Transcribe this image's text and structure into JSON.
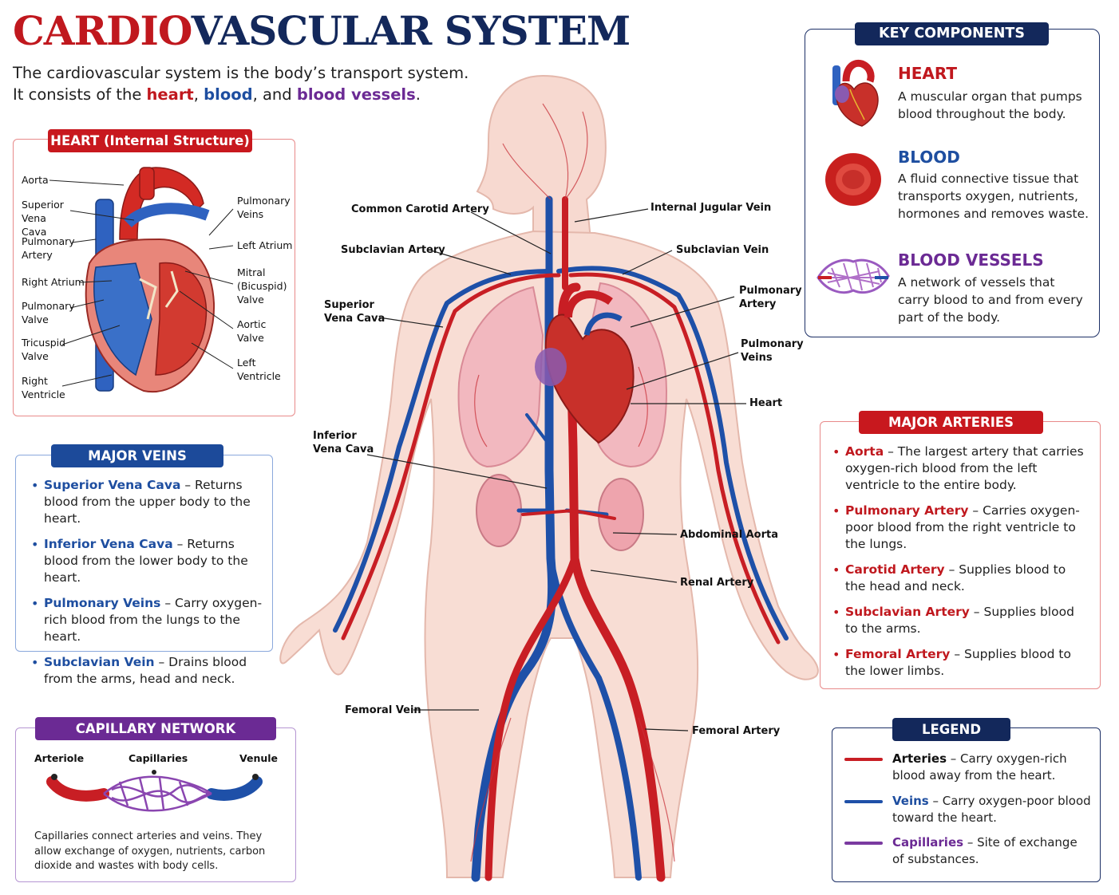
{
  "title": {
    "part1": "CARDIO",
    "part2": "VASCULAR SYSTEM"
  },
  "intro": {
    "line1": "The cardiovascular system is the body’s transport system.",
    "line2_pre": "It consists of the ",
    "heart": "heart",
    "comma": ", ",
    "blood": "blood",
    "and": ", and ",
    "vessels": "blood vessels",
    "end": "."
  },
  "heart_panel": {
    "title": "HEART (Internal Structure)",
    "left_labels": [
      "Aorta",
      "Superior Vena Cava",
      "Pulmonary Artery",
      "Right Atrium",
      "Pulmonary Valve",
      "Tricuspid Valve",
      "Right Ventricle"
    ],
    "right_labels": [
      "Pulmonary Veins",
      "Left Atrium",
      "Mitral (Bicuspid) Valve",
      "Aortic Valve",
      "Left Ventricle"
    ]
  },
  "veins_panel": {
    "title": "MAJOR VEINS",
    "items": [
      {
        "name": "Superior Vena Cava",
        "desc": " – Returns blood from the upper body to the heart."
      },
      {
        "name": "Inferior Vena Cava",
        "desc": " – Returns blood from the lower body to the heart."
      },
      {
        "name": "Pulmonary Veins",
        "desc": " – Carry oxygen-rich blood from the lungs to the heart."
      },
      {
        "name": "Subclavian Vein",
        "desc": " – Drains blood from the arms, head and neck."
      }
    ]
  },
  "capillary_panel": {
    "title": "CAPILLARY NETWORK",
    "labels": [
      "Arteriole",
      "Capillaries",
      "Venule"
    ],
    "desc": "Capillaries connect arteries and veins. They allow exchange of oxygen, nutrients, carbon dioxide and wastes with body cells."
  },
  "body_labels": {
    "common_carotid": "Common Carotid Artery",
    "internal_jugular": "Internal Jugular Vein",
    "subclavian_artery": "Subclavian Artery",
    "subclavian_vein": "Subclavian Vein",
    "svc": "Superior Vena Cava",
    "pulmonary_artery": "Pulmonary Artery",
    "pulmonary_veins": "Pulmonary Veins",
    "heart": "Heart",
    "ivc": "Inferior Vena Cava",
    "abdominal_aorta": "Abdominal Aorta",
    "renal_artery": "Renal Artery",
    "femoral_vein": "Femoral Vein",
    "femoral_artery": "Femoral Artery"
  },
  "key_components": {
    "title": "KEY COMPONENTS",
    "items": [
      {
        "name": "HEART",
        "desc": "A muscular organ that pumps blood throughout the body.",
        "color": "#c0181e",
        "icon": "heart-icon"
      },
      {
        "name": "BLOOD",
        "desc": "A fluid connective tissue that transports oxygen, nutrients, hormones and removes waste.",
        "color": "#1e4ea0",
        "icon": "blood-cell-icon"
      },
      {
        "name": "BLOOD VESSELS",
        "desc": "A network of vessels that carry blood to and from every part of the body.",
        "color": "#6b2a94",
        "icon": "vessels-icon"
      }
    ]
  },
  "arteries_panel": {
    "title": "MAJOR ARTERIES",
    "items": [
      {
        "name": "Aorta",
        "desc": " – The largest artery that carries oxygen-rich blood from the left ventricle to the entire body."
      },
      {
        "name": "Pulmonary Artery",
        "desc": " – Carries oxygen-poor blood from the right ventricle to the lungs."
      },
      {
        "name": "Carotid Artery",
        "desc": " – Supplies blood to the head and neck."
      },
      {
        "name": "Subclavian Artery",
        "desc": " – Supplies blood to the arms."
      },
      {
        "name": "Femoral Artery",
        "desc": " – Supplies blood to the lower limbs."
      }
    ]
  },
  "legend": {
    "title": "LEGEND",
    "items": [
      {
        "name": "Arteries",
        "desc": " – Carry oxygen-rich blood away from the heart.",
        "color": "#c81e24"
      },
      {
        "name": "Veins",
        "desc": " – Carry oxygen-poor blood toward the heart.",
        "color": "#1e50a8"
      },
      {
        "name": "Capillaries",
        "desc": " – Site of exchange of substances.",
        "color": "#7a3aa0"
      }
    ]
  },
  "colors": {
    "artery": "#c81e24",
    "vein": "#1e50a8",
    "capillary": "#7a3aa0",
    "navy": "#13285b"
  }
}
